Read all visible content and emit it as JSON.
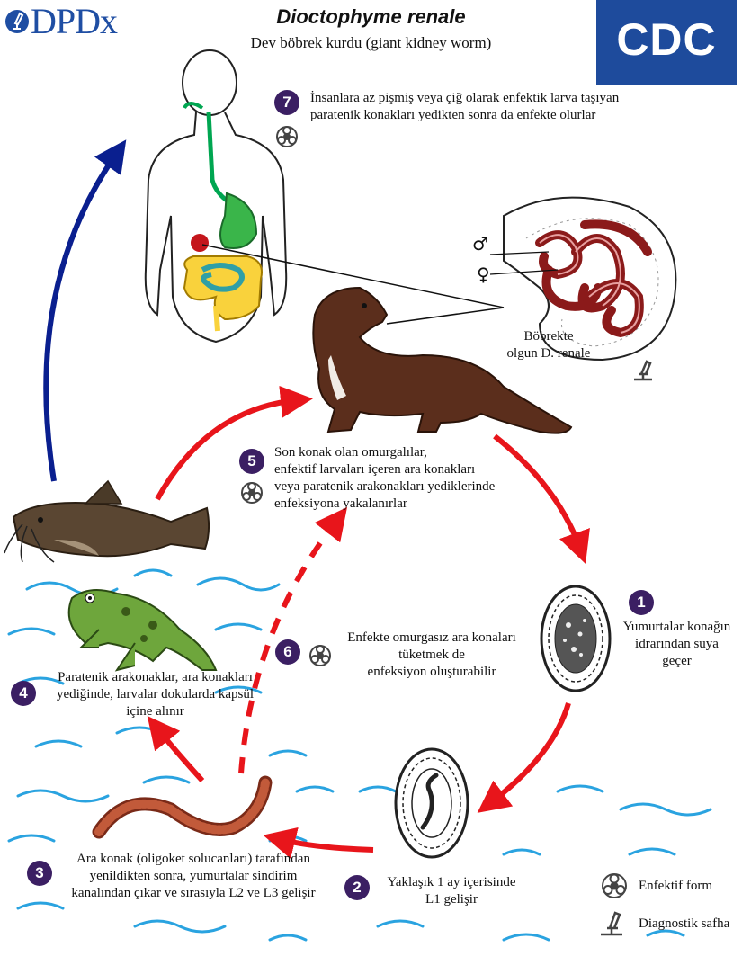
{
  "header": {
    "logo_left": "DPDx",
    "logo_right": "CDC",
    "title": "Dioctophyme renale",
    "subtitle": "Dev böbrek kurdu (giant kidney worm)"
  },
  "steps": [
    {
      "num": "1",
      "lines": [
        "Yumurtalar konağın",
        "idrarından suya",
        "geçer"
      ]
    },
    {
      "num": "2",
      "lines": [
        "Yaklaşık 1 ay içerisinde",
        "L1 gelişir"
      ]
    },
    {
      "num": "3",
      "lines": [
        "Ara konak (oligoket solucanları) tarafından",
        "yenildikten sonra, yumurtalar sindirim",
        "kanalından çıkar ve sırasıyla L2 ve L3 gelişir"
      ]
    },
    {
      "num": "4",
      "lines": [
        "Paratenik arakonaklar, ara konakları",
        "yediğinde, larvalar dokularda kapsül",
        "içine alınır"
      ]
    },
    {
      "num": "5",
      "lines": [
        "Son konak olan omurgalılar,",
        "enfektif larvaları içeren ara konakları",
        "veya paratenik arakonakları yediklerinde",
        "enfeksiyona yakalanırlar"
      ]
    },
    {
      "num": "6",
      "lines": [
        "Enfekte omurgasız ara konaları",
        "tüketmek de",
        "enfeksiyon oluşturabilir"
      ]
    },
    {
      "num": "7",
      "lines": [
        "İnsanlara az pişmiş veya çiğ olarak enfektik larva taşıyan",
        "paratenik konakları yedikten sonra da enfekte olurlar"
      ]
    }
  ],
  "kidney_label": {
    "lines": [
      "Böbrekte",
      "olgun D. renale"
    ]
  },
  "sex_symbols": {
    "male": "♂",
    "female": "♀"
  },
  "legend": {
    "infective": "Enfektif form",
    "diagnostic": "Diagnostik safha"
  },
  "colors": {
    "arrow_red": "#e8151b",
    "arrow_blue": "#0a1f8f",
    "badge": "#3b1f63",
    "water": "#2aa3e0",
    "worm": "#b0402a",
    "mink": "#5b2e1c",
    "frog": "#6ea63c"
  }
}
